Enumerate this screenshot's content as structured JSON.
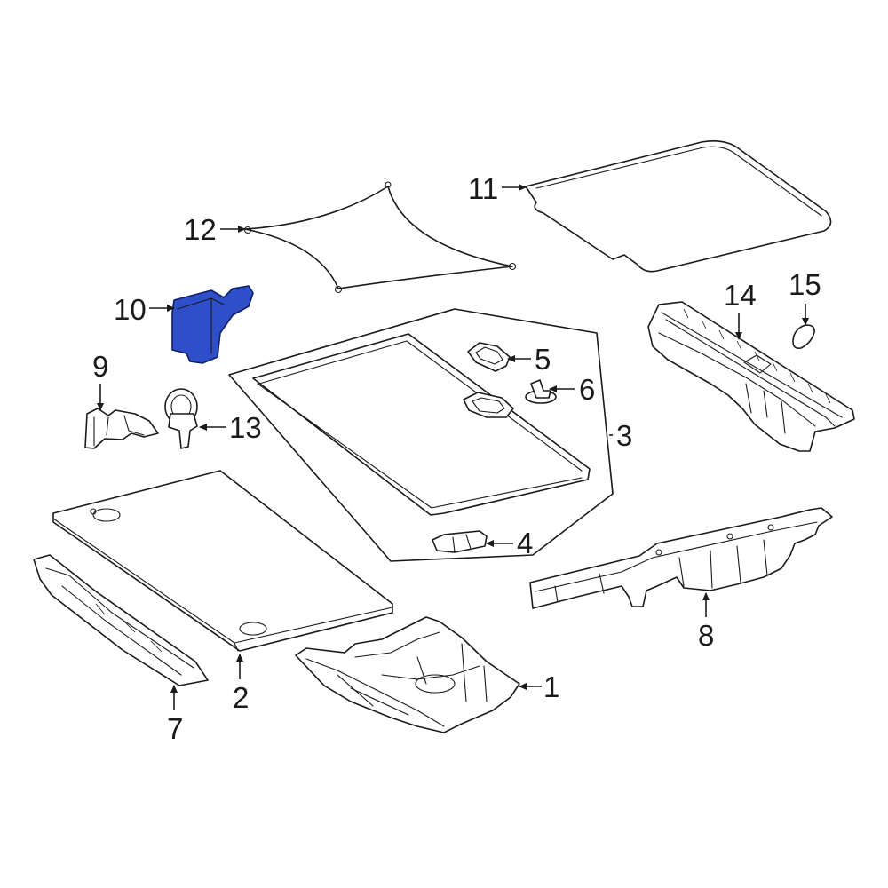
{
  "colors": {
    "background": "#ffffff",
    "line": "#1a1a1a",
    "highlight_fill": "#2f4fc8",
    "highlight_stroke": "#0f1f66"
  },
  "callouts": [
    {
      "id": "1",
      "text": "1"
    },
    {
      "id": "2",
      "text": "2"
    },
    {
      "id": "3",
      "text": "3"
    },
    {
      "id": "4",
      "text": "4"
    },
    {
      "id": "5",
      "text": "5"
    },
    {
      "id": "6",
      "text": "6"
    },
    {
      "id": "7",
      "text": "7"
    },
    {
      "id": "8",
      "text": "8"
    },
    {
      "id": "9",
      "text": "9"
    },
    {
      "id": "10",
      "text": "10"
    },
    {
      "id": "11",
      "text": "11"
    },
    {
      "id": "12",
      "text": "12"
    },
    {
      "id": "13",
      "text": "13"
    },
    {
      "id": "14",
      "text": "14"
    },
    {
      "id": "15",
      "text": "15"
    }
  ],
  "highlighted_part": "10"
}
